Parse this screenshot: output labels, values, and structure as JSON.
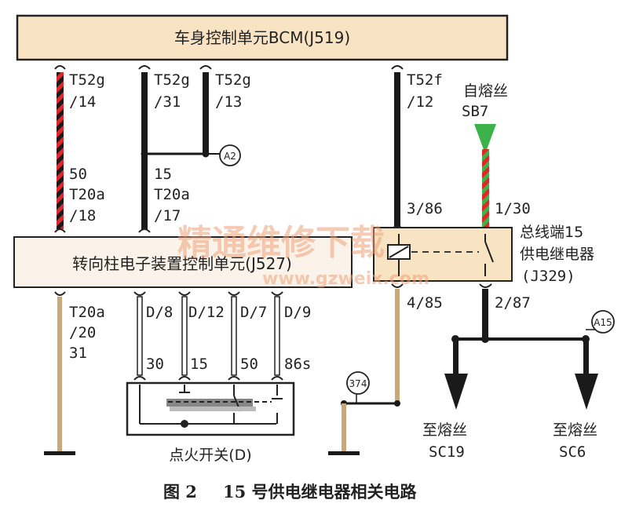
{
  "bcm": {
    "label": "车身控制单元BCM(J519)"
  },
  "j527": {
    "label": "转向柱电子装置控制单元(J527)"
  },
  "pins_top": {
    "p1": [
      "T52g",
      "/14"
    ],
    "p2": [
      "T52g",
      "/31"
    ],
    "p3": [
      "T52g",
      "/13"
    ],
    "p4": [
      "T52f",
      "/12"
    ]
  },
  "pins_mid": {
    "p1": [
      "50",
      "T20a",
      "/18"
    ],
    "p2": [
      "15",
      "T20a",
      "/17"
    ]
  },
  "fuse_sb7": [
    "自熔丝",
    "SB7"
  ],
  "connector_a2": "A2",
  "connector_a15": "A15",
  "connector_374": "374",
  "relay": {
    "pin_86": "3/86",
    "pin_30": "1/30",
    "pin_85": "4/85",
    "pin_87": "2/87",
    "name": [
      "总线端15",
      "供电继电器",
      "(J329)"
    ]
  },
  "pins_bottom": {
    "p1": [
      "T20a",
      "/20",
      "31"
    ],
    "p2": "D/8",
    "p3": "D/12",
    "p4": "D/7",
    "p5": "D/9"
  },
  "switch": {
    "terminals": [
      "30",
      "15",
      "50",
      "86s"
    ],
    "label": "点火开关(D)"
  },
  "outputs": {
    "sc19": [
      "至熔丝",
      "SC19"
    ],
    "sc6": [
      "至熔丝",
      "SC6"
    ]
  },
  "watermark": {
    "cn": "精通维修下载",
    "url": "www.gzweix.com"
  },
  "caption": {
    "fig": "图 2",
    "title": "15 号供电继电器相关电路"
  },
  "colors": {
    "box_fill": "#f8e3c2",
    "wire_black": "#1a1a1a",
    "wire_red": "#e0262b",
    "wire_brown": "#c9a97a",
    "wire_green": "#3bb34a"
  }
}
